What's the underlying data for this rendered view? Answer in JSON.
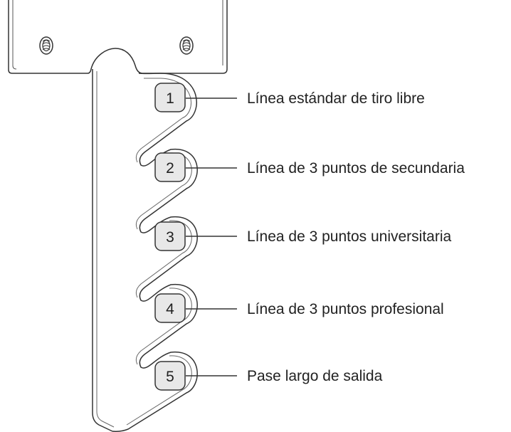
{
  "diagram": {
    "positions": [
      {
        "number": "1",
        "label": "Línea estándar de tiro libre"
      },
      {
        "number": "2",
        "label": "Línea de 3 puntos de secundaria"
      },
      {
        "number": "3",
        "label": "Línea de 3 puntos universitaria"
      },
      {
        "number": "4",
        "label": "Línea de 3 puntos profesional"
      },
      {
        "number": "5",
        "label": "Pase largo de salida"
      }
    ]
  },
  "colors": {
    "outline": "#333333",
    "badge_fill": "#e8e8e8",
    "text": "#222222",
    "background": "#ffffff"
  }
}
